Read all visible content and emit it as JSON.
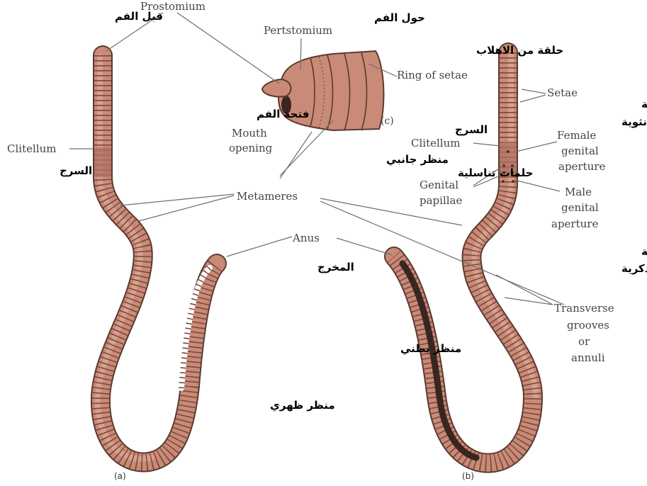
{
  "labels_en": {
    "prostomium": "Prostomium",
    "peristomium": "Pertstomium",
    "ring_of_setae": "Ring of setae",
    "mouth_opening_1": "Mouth",
    "mouth_opening_2": "opening",
    "panel_c": "(c)",
    "clitellum_a": "Clitellum",
    "metameres": "Metameres",
    "anus": "Anus",
    "setae": "Setae",
    "clitellum_b": "Clitellum",
    "female_1": "Female",
    "female_2": "genital",
    "female_3": "aperture",
    "genital_papillae_1": "Genital",
    "genital_papillae_2": "papillae",
    "male_1": "Male",
    "male_2": "genital",
    "male_3": "aperture",
    "transverse_1": "Transverse",
    "transverse_2": "grooves",
    "transverse_3": "or",
    "transverse_4": "annuli",
    "panel_a": "(a)",
    "panel_b": "(b)"
  },
  "labels_ar": {
    "before_mouth": "قبل الفم",
    "around_mouth": "حول الفم",
    "ring_of_hairs": "حلقة من الاهلاب",
    "mouth_opening": "فتحة الفم",
    "lateral_view": "منظر جانبي",
    "clitellum_a": "السرج",
    "clitellum_b": "السرج",
    "female_aperture_1": "الفتحة التناسلية",
    "female_aperture_2": "الانثوية",
    "genital_papillae": "حلمات تناسلية",
    "anus": "المخرج",
    "male_aperture_1": "الفتحة التناسلية",
    "male_aperture_2": "الذكرية",
    "ventral_view": "منظر بطني",
    "dorsal_view": "منظر ظهري"
  },
  "colors": {
    "body": "#c98a78",
    "body_light": "#e2b3a3",
    "segment_line": "#7a4a3c",
    "clitellum": "#b07062",
    "outline": "#5a3a30",
    "shadow": "#3a2620",
    "leader": "#6e6e6e"
  }
}
